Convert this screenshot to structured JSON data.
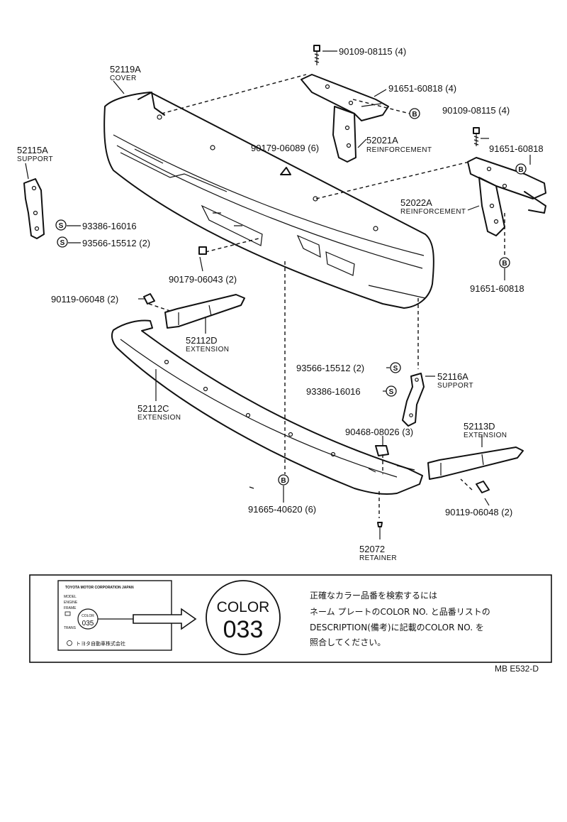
{
  "parts": {
    "cover": {
      "number": "52119A",
      "caption": "COVER"
    },
    "support_left": {
      "number": "52115A",
      "caption": "SUPPORT"
    },
    "reinforcement_a": {
      "number": "52021A",
      "caption": "REINFORCEMENT"
    },
    "reinforcement_b": {
      "number": "52022A",
      "caption": "REINFORCEMENT"
    },
    "extension_d_left": {
      "number": "52112D",
      "caption": "EXTENSION"
    },
    "extension_c": {
      "number": "52112C",
      "caption": "EXTENSION"
    },
    "support_right": {
      "number": "52116A",
      "caption": "SUPPORT"
    },
    "extension_d_right": {
      "number": "52113D",
      "caption": "EXTENSION"
    },
    "retainer": {
      "number": "52072",
      "caption": "RETAINER"
    }
  },
  "fasteners": {
    "bolt_top": "90109-08115 (4)",
    "washer_top": "91651-60818 (4)",
    "bolt_right": "90109-08115 (4)",
    "washer_right": "91651-60818",
    "clip_center": "90179-06089 (6)",
    "screw_left_1": "93386-16016",
    "screw_left_2": "93566-15512 (2)",
    "nut_left": "90179-06043 (2)",
    "bolt_left": "90119-06048 (2)",
    "washer_bottom_right": "91651-60818",
    "screw_right_1": "93566-15512 (2)",
    "screw_right_2": "93386-16016",
    "nut_right": "90468-08026 (3)",
    "washer_bottom": "91665-40620 (6)",
    "bolt_bottom_right": "90119-06048 (2)"
  },
  "symbols": {
    "s": "S",
    "b": "B"
  },
  "color_box": {
    "plate_line1": "TOYOTA MOTOR CORPORATION JAPAN",
    "plate_row1": "MODEL",
    "plate_row2": "ENGINE",
    "plate_row3": "FRAME",
    "plate_color_word": "COLOR",
    "plate_color_code": "035",
    "plate_row4": "TRANS",
    "plate_bottom": "トヨタ自動車株式会社",
    "color_word": "COLOR",
    "color_code": "033",
    "note_line1": "正確なカラー品番を検索するには",
    "note_line2": "ネーム プレートのCOLOR NO. と品番リストの",
    "note_line3": "DESCRIPTION(備考)に記載のCOLOR NO. を",
    "note_line4": "照合してください。"
  },
  "figure_code": "MB E532-D"
}
